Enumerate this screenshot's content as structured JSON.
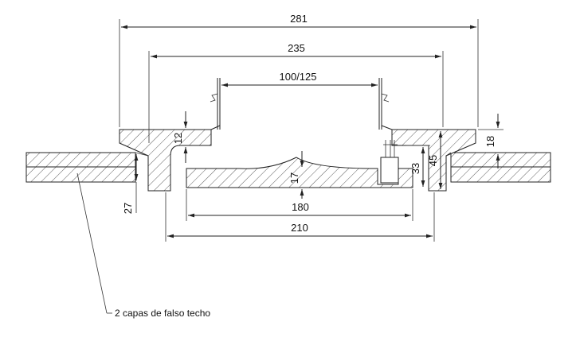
{
  "dimensions": {
    "overall_width": "281",
    "frame_width": "235",
    "neck_size": "100/125",
    "flange_height": "12",
    "frame_height_right": "18",
    "ceiling_thickness": "27",
    "panel_profile_depth": "17",
    "panel_height": "33",
    "total_height": "45",
    "panel_width": "180",
    "cutout_width": "210"
  },
  "note": {
    "text": "2 capas de falso techo"
  }
}
